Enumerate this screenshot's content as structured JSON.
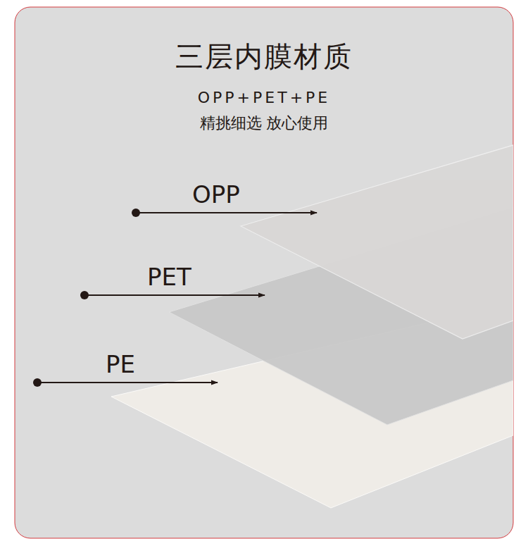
{
  "diagram": {
    "title": "三层内膜材质",
    "labels": [
      "OPP+PET+PE",
      "精挑细选 放心使用",
      "OPP",
      "PET",
      "PE"
    ]
  }
}
